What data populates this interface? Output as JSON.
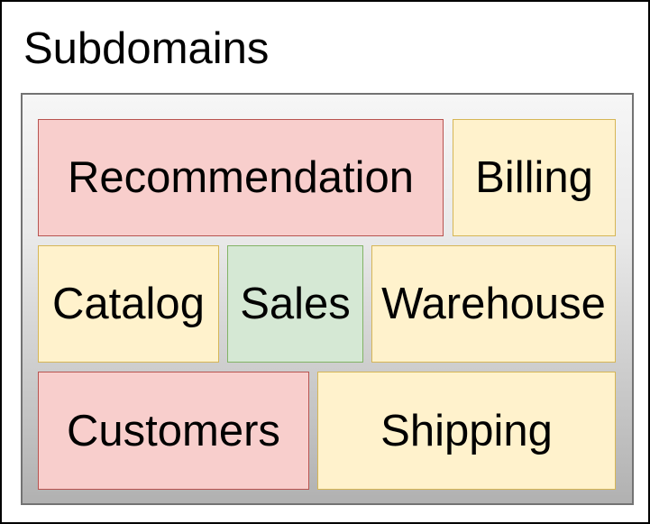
{
  "title": "Subdomains",
  "diagram": {
    "container": {
      "stroke": "#737373",
      "fill_top": "#f6f6f6",
      "fill_bottom": "#b1b1b1"
    },
    "boxes": [
      {
        "label": "Recommendation",
        "fill": "#f8cecc",
        "stroke": "#b85450"
      },
      {
        "label": "Billing",
        "fill": "#fff2cc",
        "stroke": "#d6b656"
      },
      {
        "label": "Catalog",
        "fill": "#fff2cc",
        "stroke": "#d6b656"
      },
      {
        "label": "Sales",
        "fill": "#d5e8d4",
        "stroke": "#82b366"
      },
      {
        "label": "Warehouse",
        "fill": "#fff2cc",
        "stroke": "#d6b656"
      },
      {
        "label": "Customers",
        "fill": "#f8cecc",
        "stroke": "#b85450"
      },
      {
        "label": "Shipping",
        "fill": "#fff2cc",
        "stroke": "#d6b656"
      }
    ]
  }
}
